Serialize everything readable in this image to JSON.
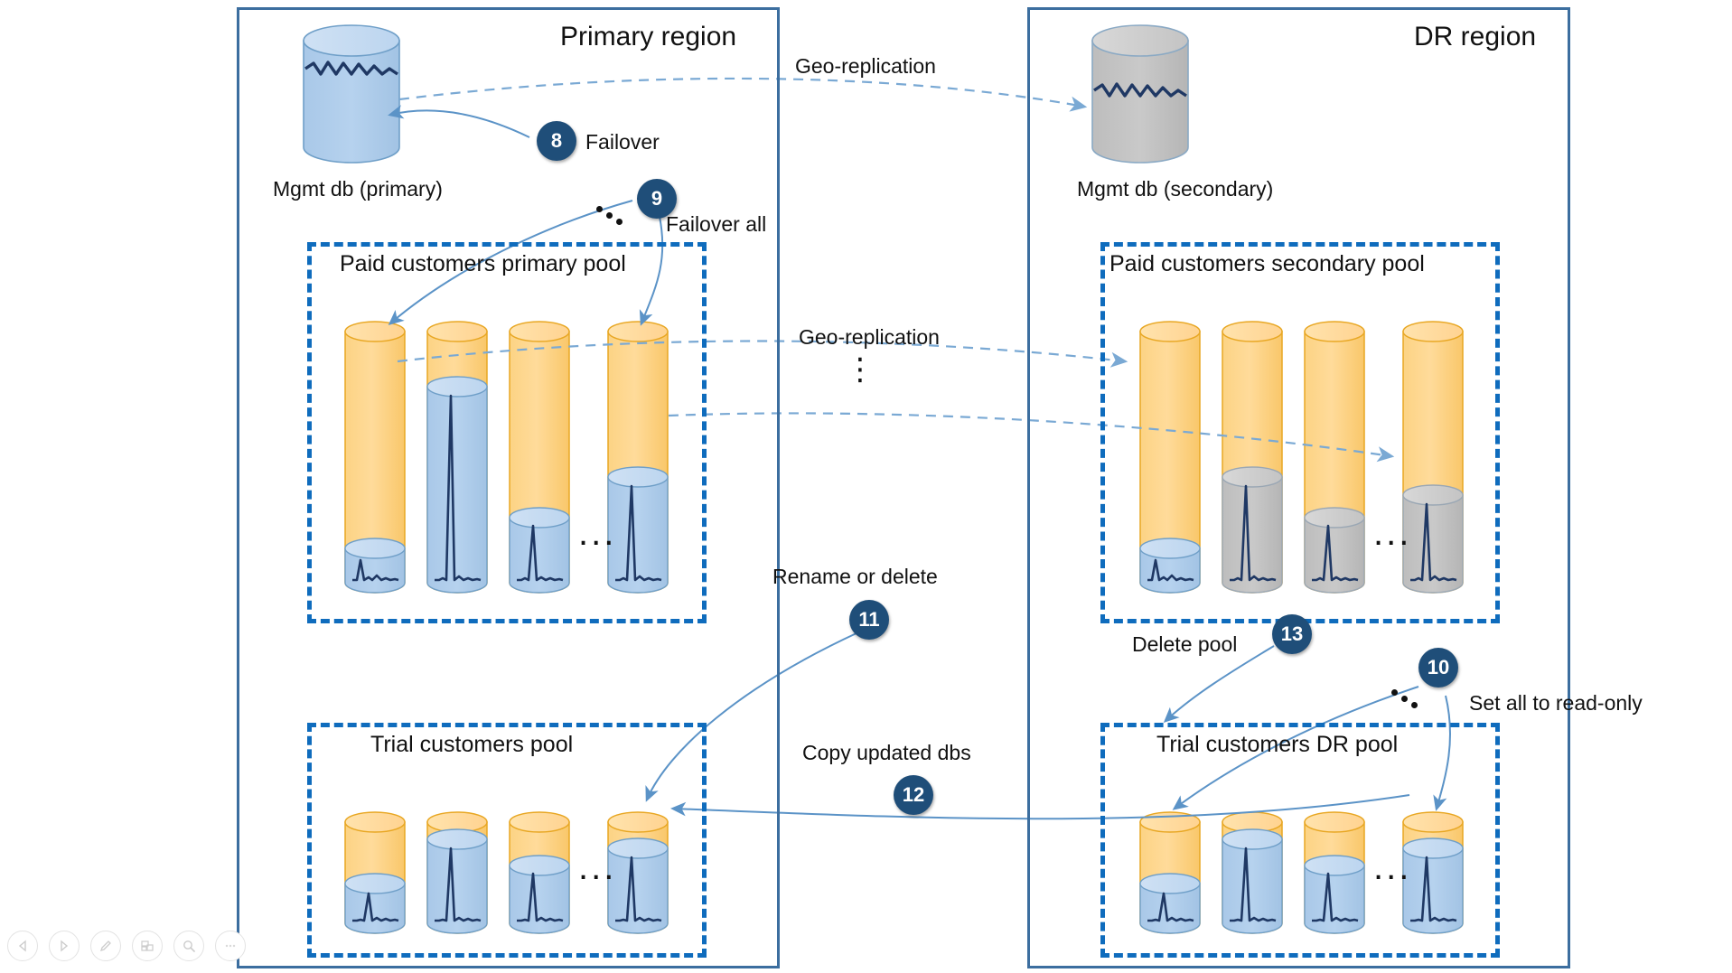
{
  "regions": [
    {
      "id": "primary",
      "title": "Primary region"
    },
    {
      "id": "dr",
      "title": "DR region"
    }
  ],
  "management_dbs": [
    {
      "id": "mgmt-primary",
      "label": "Mgmt db (primary)",
      "color": "#a9c8e8",
      "state": "primary"
    },
    {
      "id": "mgmt-secondary",
      "label": "Mgmt db (secondary)",
      "color": "#b6b6b6",
      "state": "secondary"
    }
  ],
  "pools": [
    {
      "id": "paid-primary",
      "title": "Paid customers primary pool",
      "ellipsis": "...",
      "databases": [
        {
          "fill_pct": 8,
          "inner_color": "#a9c8e8"
        },
        {
          "fill_pct": 78,
          "inner_color": "#a9c8e8"
        },
        {
          "fill_pct": 26,
          "inner_color": "#a9c8e8"
        },
        {
          "fill_pct": 46,
          "inner_color": "#a9c8e8"
        }
      ]
    },
    {
      "id": "paid-secondary",
      "title": "Paid customers secondary pool",
      "ellipsis": "...",
      "databases": [
        {
          "fill_pct": 8,
          "inner_color": "#bfbfbf"
        },
        {
          "fill_pct": 46,
          "inner_color": "#bfbfbf"
        },
        {
          "fill_pct": 26,
          "inner_color": "#bfbfbf"
        },
        {
          "fill_pct": 36,
          "inner_color": "#bfbfbf"
        }
      ]
    },
    {
      "id": "trial-primary",
      "title": "Trial customers pool",
      "ellipsis": "...",
      "databases": [
        {
          "fill_pct": 30,
          "inner_color": "#a9c8e8"
        },
        {
          "fill_pct": 72,
          "inner_color": "#a9c8e8"
        },
        {
          "fill_pct": 48,
          "inner_color": "#a9c8e8"
        },
        {
          "fill_pct": 66,
          "inner_color": "#a9c8e8"
        }
      ]
    },
    {
      "id": "trial-dr",
      "title": "Trial customers DR pool",
      "ellipsis": "...",
      "databases": [
        {
          "fill_pct": 30,
          "inner_color": "#a9c8e8"
        },
        {
          "fill_pct": 72,
          "inner_color": "#a9c8e8"
        },
        {
          "fill_pct": 48,
          "inner_color": "#a9c8e8"
        },
        {
          "fill_pct": 66,
          "inner_color": "#a9c8e8"
        }
      ]
    }
  ],
  "connector_labels": [
    {
      "id": "geo-replication-mgmt",
      "text": "Geo-replication"
    },
    {
      "id": "failover",
      "text": "Failover"
    },
    {
      "id": "failover-all",
      "text": "Failover all"
    },
    {
      "id": "geo-replication-pool",
      "text": "Geo-replication"
    },
    {
      "id": "rename-or-delete",
      "text": "Rename or delete"
    },
    {
      "id": "copy-updated-dbs",
      "text": "Copy updated dbs"
    },
    {
      "id": "delete-pool",
      "text": "Delete pool"
    },
    {
      "id": "set-all-read-only",
      "text": "Set all to read-only"
    }
  ],
  "steps": [
    {
      "id": "step-8",
      "number": "8"
    },
    {
      "id": "step-9",
      "number": "9"
    },
    {
      "id": "step-10",
      "number": "10"
    },
    {
      "id": "step-11",
      "number": "11"
    },
    {
      "id": "step-12",
      "number": "12"
    },
    {
      "id": "step-13",
      "number": "13"
    }
  ],
  "toolbar": {
    "buttons": [
      {
        "id": "previous",
        "icon": "previous-icon"
      },
      {
        "id": "next",
        "icon": "next-icon"
      },
      {
        "id": "edit",
        "icon": "pencil-icon"
      },
      {
        "id": "layers",
        "icon": "layers-icon"
      },
      {
        "id": "zoom",
        "icon": "search-icon"
      },
      {
        "id": "more",
        "icon": "more-icon"
      }
    ]
  },
  "colors": {
    "region_border": "#3c6e9f",
    "pool_border": "#0f6cbd",
    "badge_bg": "#1f4e79",
    "pool_cylinder": "#fcd384",
    "pool_cylinder_stroke": "#e8a723",
    "db_blue": "#a9c8e8",
    "db_gray": "#bfbfbf",
    "arrow_blue": "#5b93c7",
    "spark": "#1f3864"
  }
}
